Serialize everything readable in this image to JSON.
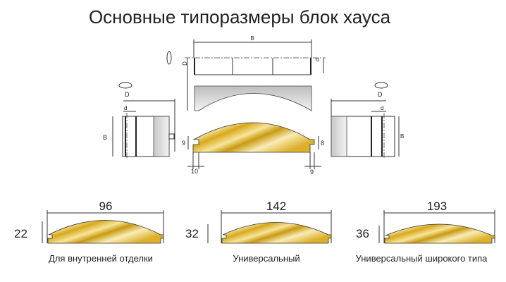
{
  "title": "Основные типоразмеры блок хауса",
  "colors": {
    "wood_light": "#f6e7a6",
    "wood_dark": "#c99a12",
    "metal": "#d4d4d4"
  },
  "top_diagram": {
    "cutter_width_label": "B",
    "cutter_d_left": "D",
    "cutter_d_right": "d",
    "left_cutter": {
      "D": "D",
      "d": "d",
      "B": "B"
    },
    "right_cutter": {
      "D": "D",
      "d": "d",
      "B": "B"
    },
    "profile": {
      "left_groove": "9",
      "right_groove": "8",
      "left_offset": "10",
      "right_offset": "9"
    }
  },
  "profiles": [
    {
      "width": "96",
      "height": "22",
      "caption": "Для внутренней отделки"
    },
    {
      "width": "142",
      "height": "32",
      "caption": "Универсальный"
    },
    {
      "width": "193",
      "height": "36",
      "caption": "Универсальный широкого типа"
    }
  ]
}
